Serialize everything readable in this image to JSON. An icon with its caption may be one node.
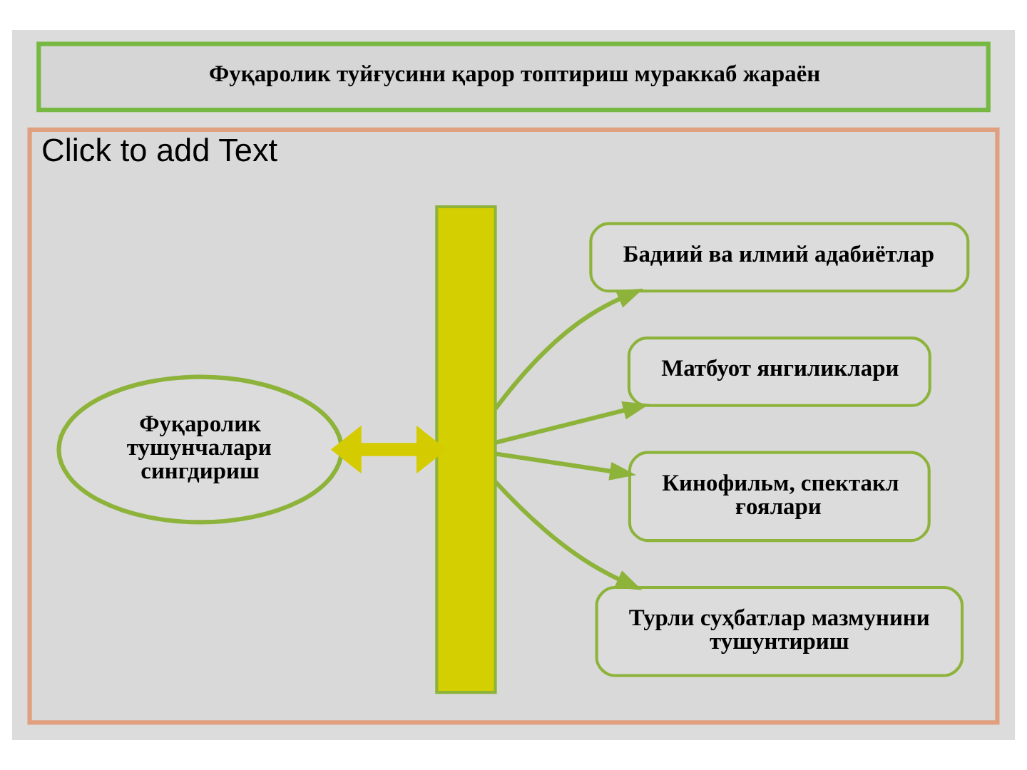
{
  "diagram": {
    "title": "Фуқаролик туйғусини қарор топтириш мураккаб жараён",
    "nodes": [
      {
        "text": [
          "Click to add Text"
        ]
      },
      {
        "text": [
          "Фуқаролик тушунчалари сингдириш"
        ],
        "in": 0
      },
      {
        "text": [],
        "shape": "bar",
        "in": 0
      },
      {
        "text": [
          "Бадиий ва илмий адабиётлар"
        ],
        "in": 0
      },
      {
        "text": [
          "Матбуот янгиликлари"
        ],
        "in": 0
      },
      {
        "text": [
          "Кинофильм, спектакл ғоялари"
        ],
        "in": 0
      },
      {
        "text": [
          "Турли суҳбатлар мазмунини тушунтириш"
        ],
        "in": 0
      }
    ],
    "edges": [
      {
        "from": 1,
        "to": 2,
        "arrow": "both",
        "style": "thick",
        "color": "#d4cc00"
      },
      {
        "from": 2,
        "to": 3,
        "arrow": "to"
      },
      {
        "from": 2,
        "to": 4,
        "arrow": "to"
      },
      {
        "from": 2,
        "to": 5,
        "arrow": "to"
      },
      {
        "from": 2,
        "to": 6,
        "arrow": "to"
      }
    ]
  }
}
